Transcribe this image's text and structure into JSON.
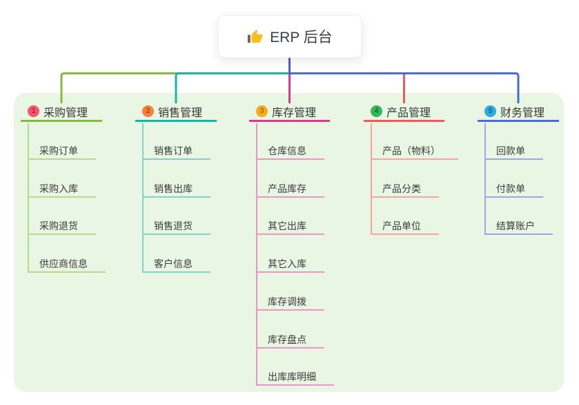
{
  "root": {
    "label": "ERP 后台",
    "icon": "thumbs-up-icon",
    "icon_color": "#f6bf26",
    "icon_cuff_color": "#8d5c2c",
    "stem_color": "#4c5ad3"
  },
  "panel": {
    "bg": "#e9f6e3"
  },
  "branches": [
    {
      "badge": "1",
      "label": "采购管理",
      "badge_bg": "#f4556b",
      "badge_fg": "#a82440",
      "line": "#82bb41",
      "child_line": "#b5d98d",
      "children": [
        "采购订单",
        "采购入库",
        "采购退货",
        "供应商信息"
      ]
    },
    {
      "badge": "2",
      "label": "销售管理",
      "badge_bg": "#f5813f",
      "badge_fg": "#ad470e",
      "line": "#12b7a6",
      "child_line": "#7fd3c6",
      "children": [
        "销售订单",
        "销售出库",
        "销售退货",
        "客户信息"
      ]
    },
    {
      "badge": "3",
      "label": "库存管理",
      "badge_bg": "#f7ac1f",
      "badge_fg": "#a96e05",
      "line": "#db3a8c",
      "child_line": "#ef92c4",
      "children": [
        "仓库信息",
        "产品库存",
        "其它出库",
        "其它入库",
        "库存调拨",
        "库存盘点",
        "出库库明细"
      ]
    },
    {
      "badge": "4",
      "label": "产品管理",
      "badge_bg": "#3ab45b",
      "badge_fg": "#10752e",
      "line": "#f25858",
      "child_line": "#f8a2a2",
      "children": [
        "产品（物料）",
        "产品分类",
        "产品单位"
      ]
    },
    {
      "badge": "5",
      "label": "财务管理",
      "badge_bg": "#2ea9e0",
      "badge_fg": "#0a689c",
      "line": "#4a6ad9",
      "child_line": "#94a9e8",
      "children": [
        "回款单",
        "付款单",
        "结算账户"
      ]
    }
  ]
}
